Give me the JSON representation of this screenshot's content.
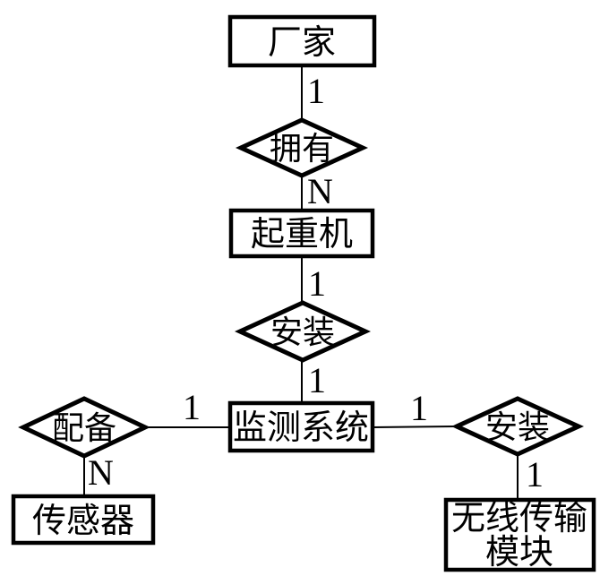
{
  "diagram": {
    "type": "er-diagram",
    "background_color": "#ffffff",
    "stroke_color": "#000000",
    "entities": [
      {
        "id": "factory",
        "label": "厂家"
      },
      {
        "id": "crane",
        "label": "起重机"
      },
      {
        "id": "monitoring-system",
        "label": "监测系统"
      },
      {
        "id": "sensor",
        "label": "传感器"
      },
      {
        "id": "wireless-transmission-module",
        "lines": [
          "无线传输",
          "模块"
        ]
      }
    ],
    "relationships": [
      {
        "id": "owns",
        "label": "拥有"
      },
      {
        "id": "installs-on-crane",
        "label": "安装"
      },
      {
        "id": "equips",
        "label": "配备"
      },
      {
        "id": "installs-module",
        "label": "安装"
      }
    ],
    "cardinalities": [
      {
        "id": "factory-to-owns",
        "label": "1"
      },
      {
        "id": "owns-to-crane",
        "label": "N"
      },
      {
        "id": "crane-to-installs",
        "label": "1"
      },
      {
        "id": "installs-to-monitoring",
        "label": "1"
      },
      {
        "id": "equips-to-monitoring",
        "label": "1"
      },
      {
        "id": "monitoring-to-installs-module",
        "label": "1"
      },
      {
        "id": "equips-to-sensor",
        "label": "N"
      },
      {
        "id": "installs-module-to-wireless",
        "label": "1"
      }
    ]
  }
}
